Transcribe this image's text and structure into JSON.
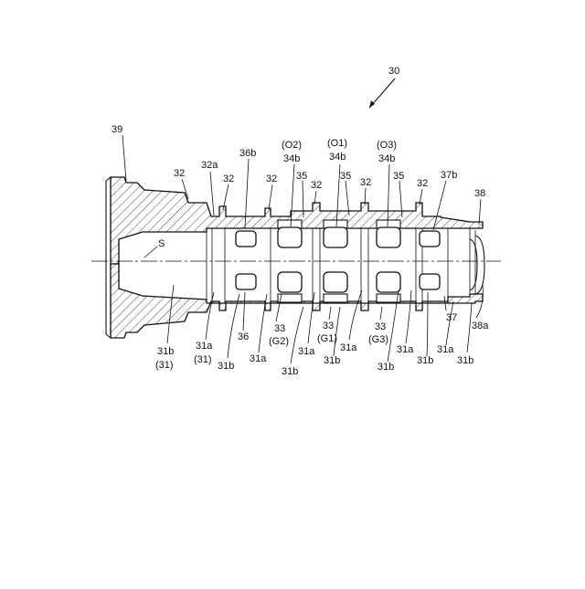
{
  "figure": {
    "ref_main": "30",
    "labels_top": {
      "l39": "39",
      "l32a": "32a",
      "l32_1": "32",
      "l32_2": "32",
      "l32_3": "32",
      "l32_4": "32",
      "l32_5": "32",
      "l32_6": "32",
      "l36b": "36b",
      "o2": "(O2)",
      "o2_34b": "34b",
      "o1": "(O1)",
      "o1_34b": "34b",
      "o3": "(O3)",
      "o3_34b": "34b",
      "l35_1": "35",
      "l35_2": "35",
      "l35_3": "35",
      "l37b": "37b",
      "l38": "38",
      "s": "S"
    },
    "labels_bottom": {
      "b31b_31_a": "31b",
      "b31b_31_b": "(31)",
      "b31a_31_a": "31a",
      "b31a_31_b": "(31)",
      "b31b_1": "31b",
      "b36": "36",
      "b31a_1": "31a",
      "b33_g2_a": "33",
      "b33_g2_b": "(G2)",
      "b31b_2": "31b",
      "b31a_2": "31a",
      "b33_g1_a": "33",
      "b33_g1_b": "(G1)",
      "b31a_3": "31a",
      "b31b_3": "31b",
      "b33_g3_a": "33",
      "b33_g3_b": "(G3)",
      "b31b_4": "31b",
      "b31a_4": "31a",
      "b31b_5": "31b",
      "b37": "37",
      "b31a_5": "31a",
      "b31b_6": "31b",
      "b38a": "38a"
    }
  }
}
